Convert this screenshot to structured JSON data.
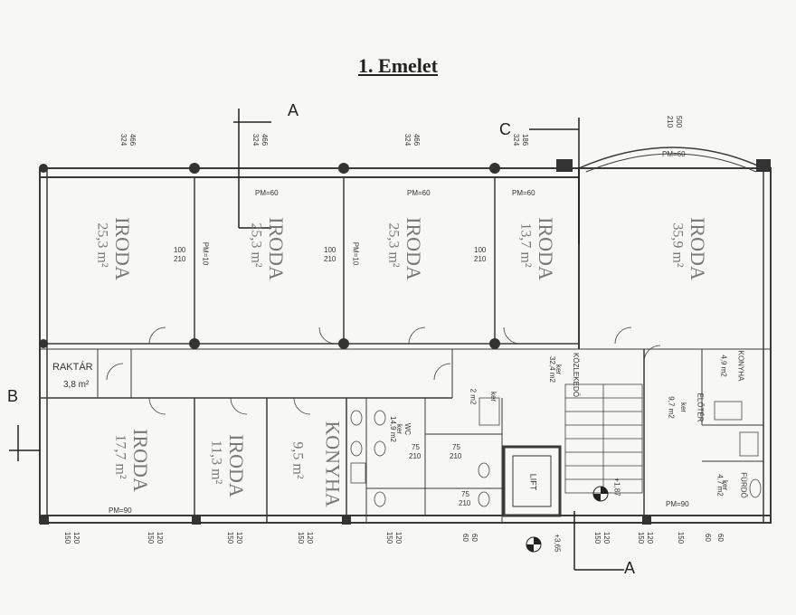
{
  "title": "1. Emelet",
  "sections": {
    "a_top": "A",
    "a_bottom": "A",
    "b": "B",
    "c": "C"
  },
  "top_dims": [
    {
      "d1": "466",
      "d2": "324"
    },
    {
      "d1": "466",
      "d2": "324"
    },
    {
      "d1": "466",
      "d2": "324"
    },
    {
      "d1": "186",
      "d2": "324"
    },
    {
      "d1": "500",
      "d2": "210"
    }
  ],
  "pm": [
    "PM=60",
    "PM=60",
    "PM=60",
    "PM=60",
    "PM=10",
    "PM=10",
    "PM=90",
    "PM=90"
  ],
  "rooms": [
    {
      "name": "IRODA",
      "area": "25,3 m²"
    },
    {
      "name": "IRODA",
      "area": "25,3 m²"
    },
    {
      "name": "IRODA",
      "area": "25,3 m²"
    },
    {
      "name": "IRODA",
      "area": "13,7 m²"
    },
    {
      "name": "IRODA",
      "area": "35,9 m²"
    },
    {
      "name": "IRODA",
      "area": "17,7 m²"
    },
    {
      "name": "IRODA",
      "area": "11,3 m²"
    },
    {
      "name": "KONYHA",
      "area": "9,5 m²"
    }
  ],
  "door_dims": [
    "100",
    "210"
  ],
  "raktar": {
    "name": "RAKTÁR",
    "area": "3,8 m²"
  },
  "kozlekedo": {
    "name": "KÖZLEKEDŐ",
    "sub": "ker",
    "area": "32,4 m2"
  },
  "konyha_small": {
    "name": "KONYHA",
    "area": "4,9 m2"
  },
  "eloter": {
    "name": "ELŐTÉR",
    "sub": "ker",
    "area": "9,7 m2"
  },
  "furdo": {
    "name": "FÜRDŐ",
    "sub": "ker",
    "area": "4,7 m2"
  },
  "wc": {
    "name": "WC",
    "sub": "ker",
    "area": "14,9 m2"
  },
  "wc_small": {
    "name": "ker",
    "area": "2 m2"
  },
  "lift": "LIFT",
  "levels": [
    "+1,87",
    "+3,65"
  ],
  "door_small": [
    "75",
    "210"
  ],
  "bottom_dims": [
    "120",
    "150",
    "120",
    "150",
    "120",
    "150",
    "120",
    "150",
    "120",
    "150",
    "60",
    "60",
    "120",
    "150",
    "120",
    "150",
    "150",
    "60",
    "60"
  ]
}
